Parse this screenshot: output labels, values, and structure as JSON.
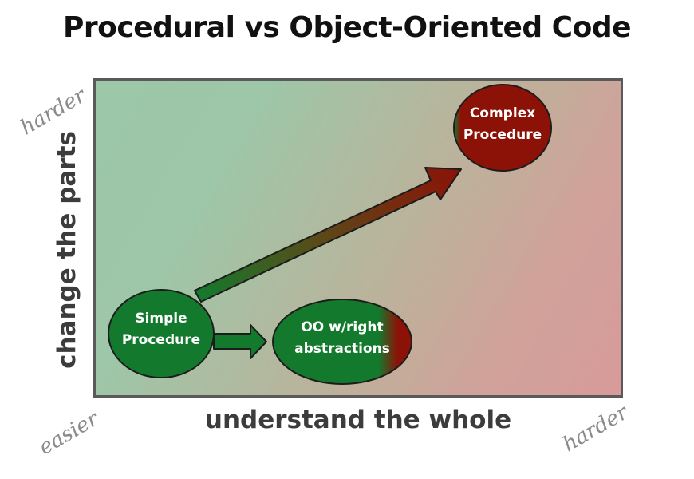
{
  "title": "Procedural vs Object-Oriented Code",
  "axes": {
    "x_label": "understand the whole",
    "y_label": "change the parts",
    "origin_label": "easier",
    "x_end_label": "harder",
    "y_end_label": "harder"
  },
  "nodes": {
    "simple": {
      "line1": "Simple",
      "line2": "Procedure"
    },
    "oo": {
      "line1": "OO w/right",
      "line2": "abstractions"
    },
    "complex": {
      "line1": "Complex",
      "line2": "Procedure"
    }
  },
  "colors": {
    "green": "#137a2d",
    "red": "#8c1208",
    "easy_region": "#9cc7a9",
    "hard_region": "#d89a9a",
    "frame": "#5a5a5a"
  }
}
